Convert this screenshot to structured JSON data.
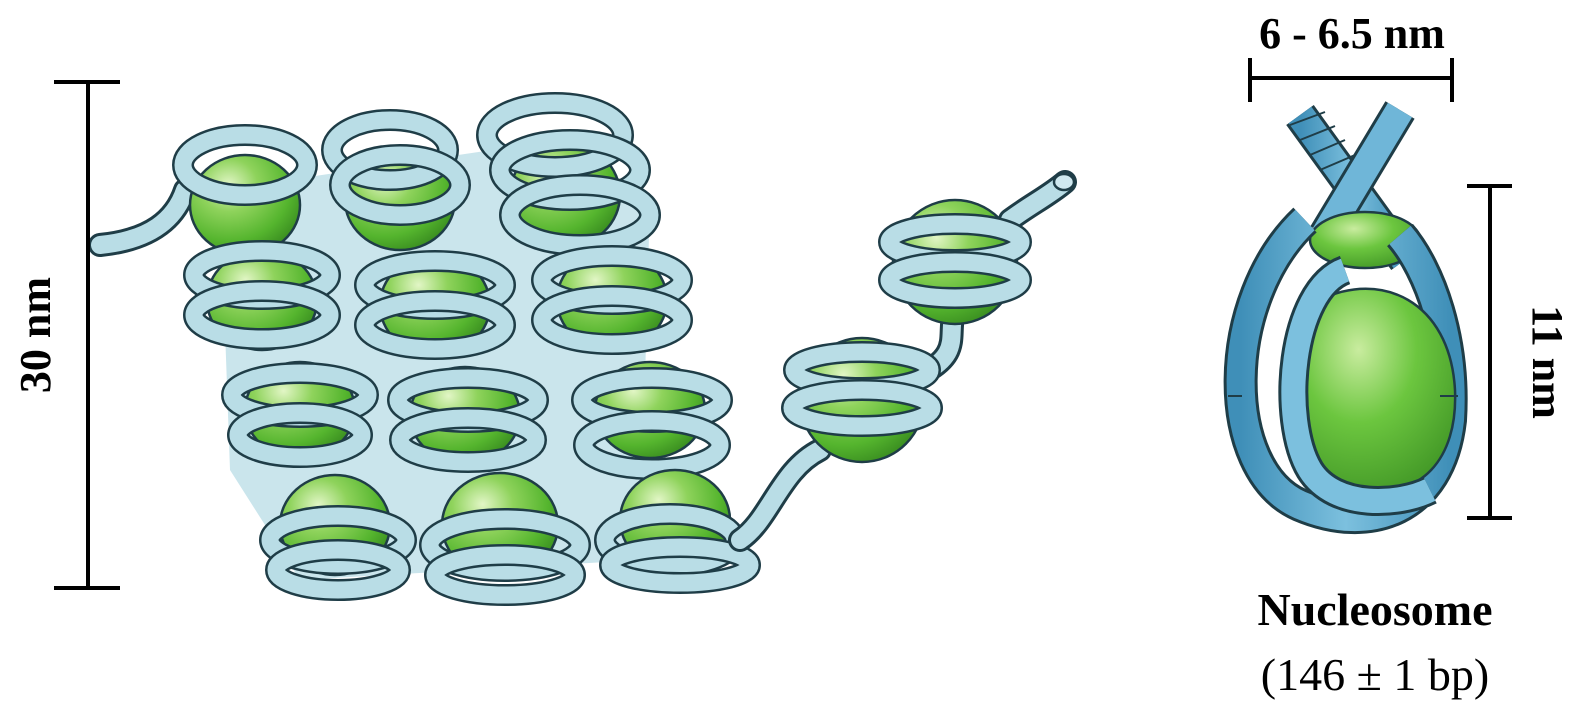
{
  "diagram": {
    "fiber_scale_label": "30 nm",
    "nucleosome_width_label": "6 - 6.5 nm",
    "nucleosome_height_label": "11 nm",
    "nucleosome_title": "Nucleosome",
    "nucleosome_subtitle": "(146 ± 1 bp)"
  },
  "colors": {
    "dna_fill": "#b9dde6",
    "dna_stroke": "#1f3d47",
    "dna_side_fill": "#5aa3c8",
    "histone_fill": "#66c23f",
    "histone_highlight": "#d6f0b6",
    "histone_shadow": "#3c8f22",
    "fiber_core": "#8fc7d6",
    "scale_bar": "#000000"
  }
}
